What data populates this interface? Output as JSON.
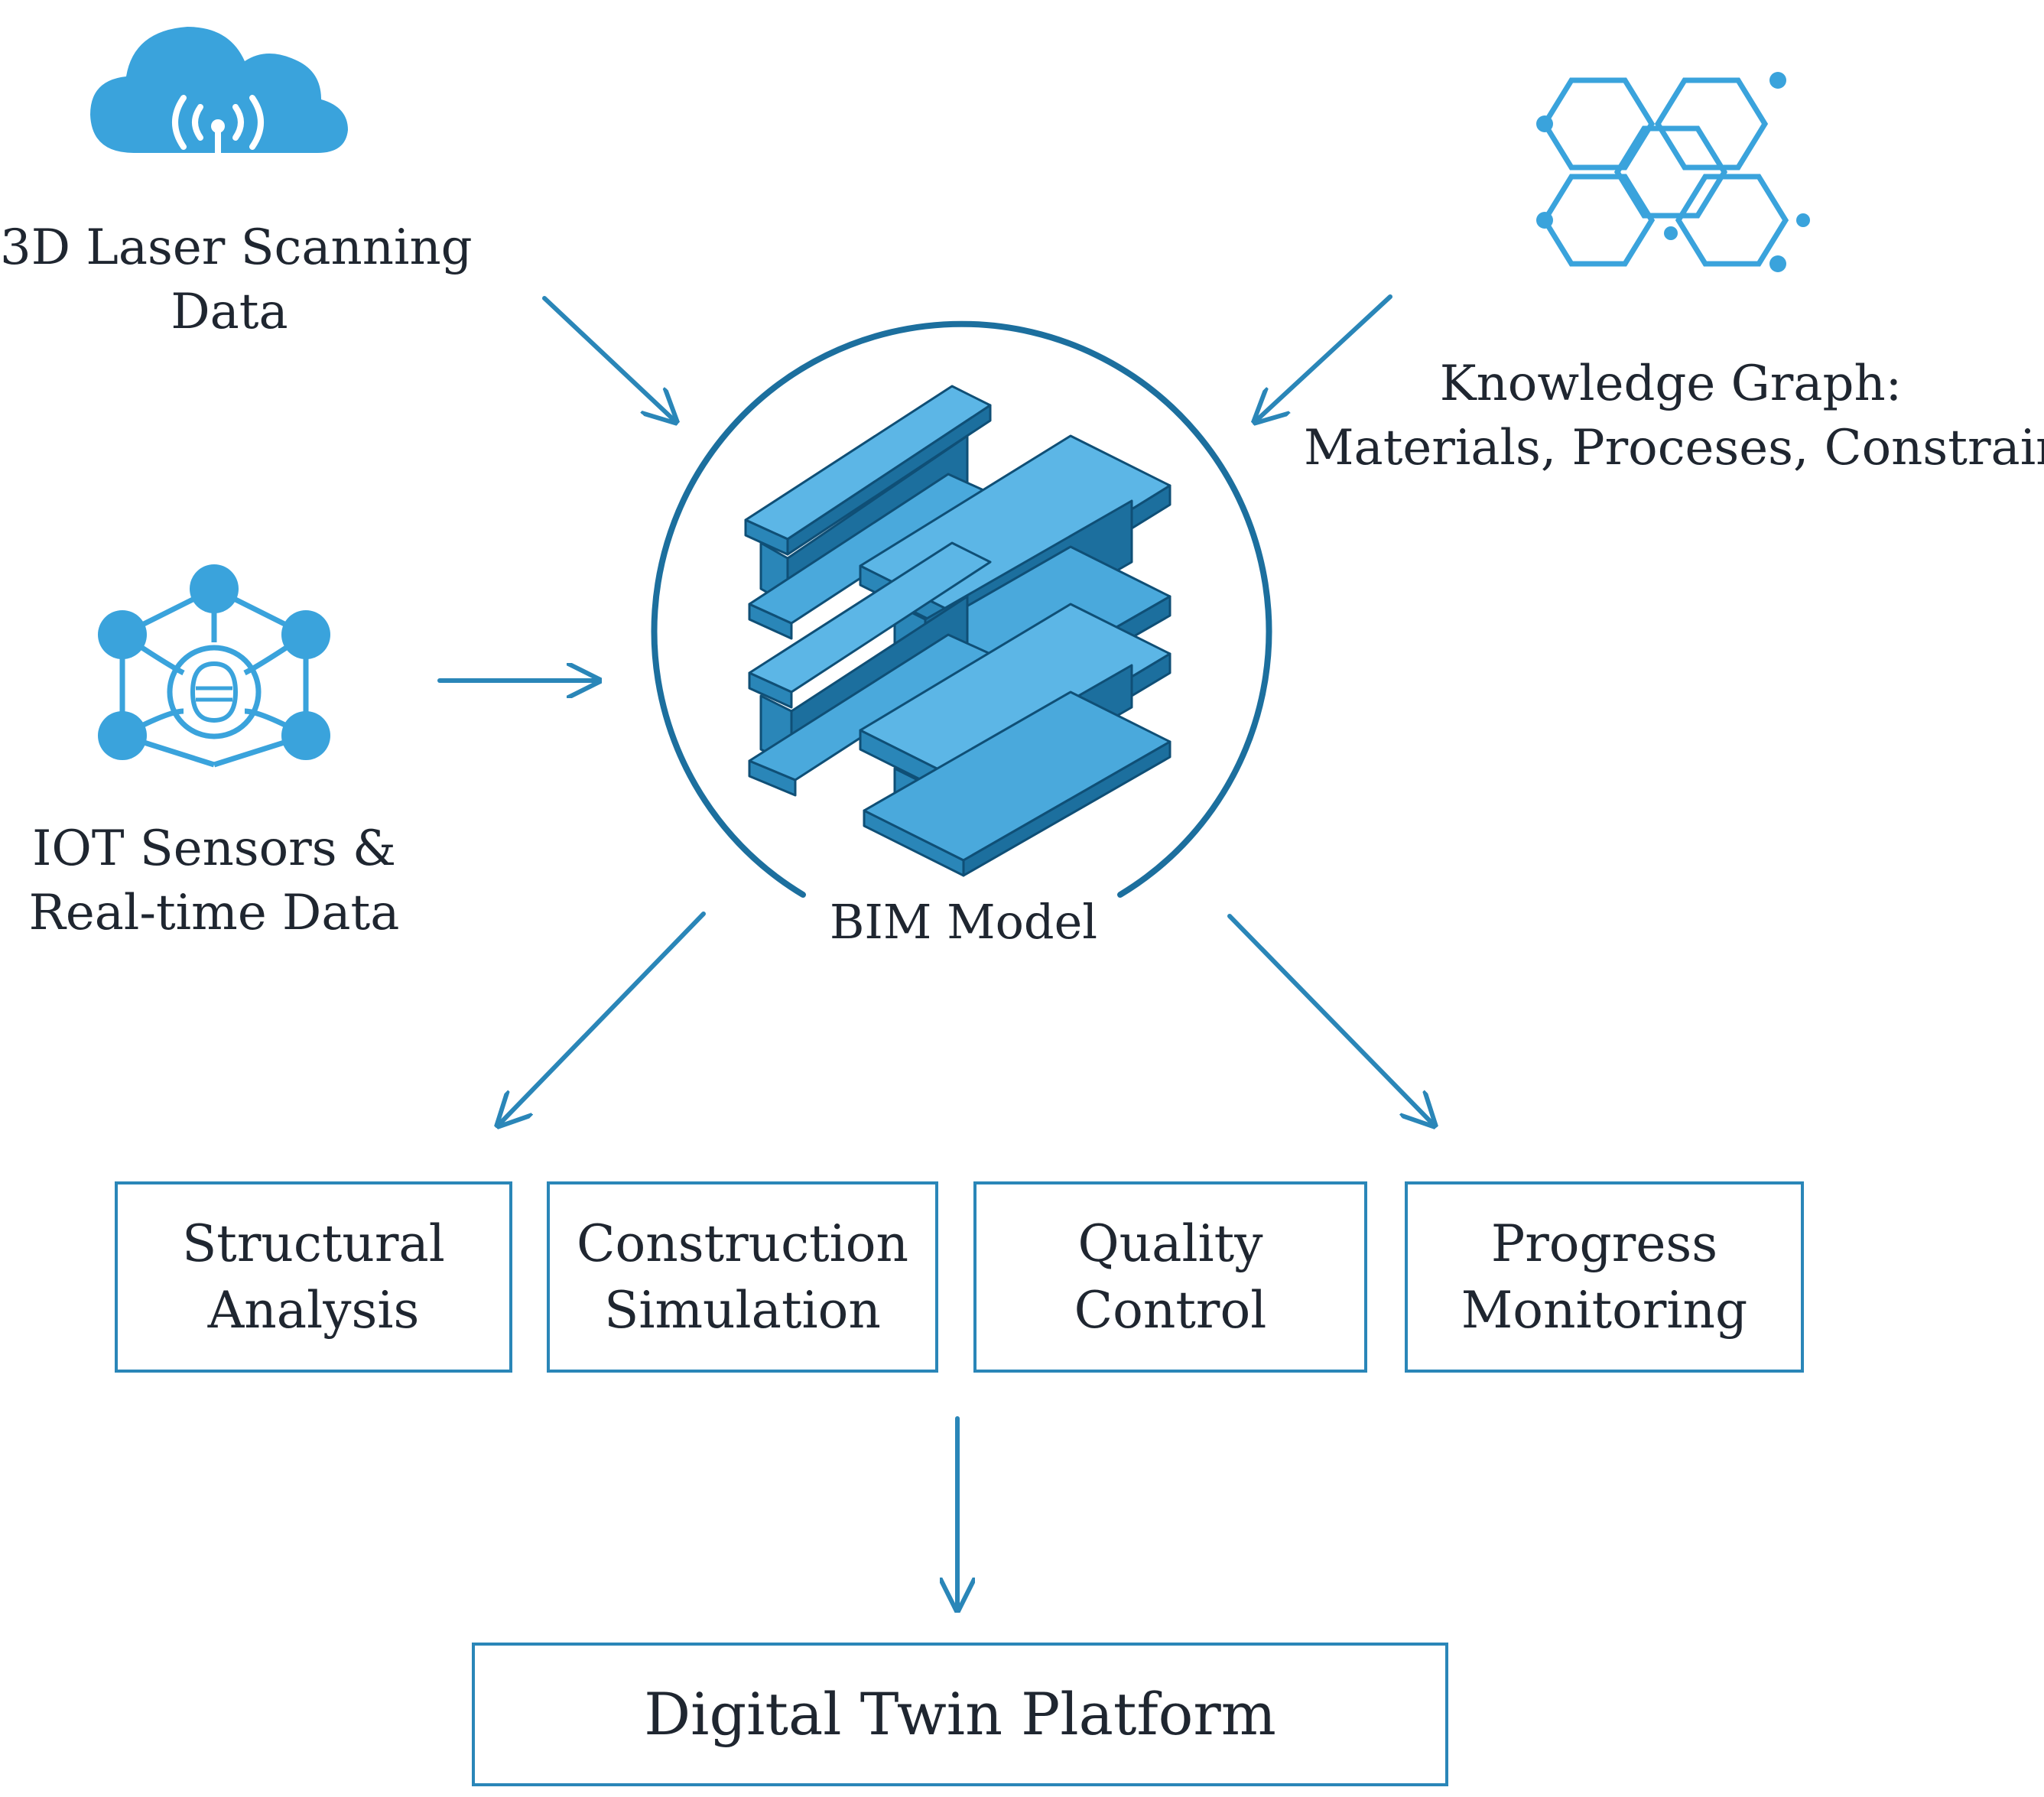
{
  "inputs": {
    "laser": {
      "label_line1": "3D Laser Scanning",
      "label_line2": "Data",
      "icon": "cloud-antenna-icon"
    },
    "knowledge": {
      "label_line1": "Knowledge Graph:",
      "label_line2": "Materials, Proceses, Constraints",
      "icon": "hexagon-network-icon"
    },
    "iot": {
      "label_line1": "IOT Sensors &",
      "label_line2": "Real-time Data",
      "icon": "sensor-network-icon"
    }
  },
  "center": {
    "label": "BIM Model",
    "icon": "steel-beams-icon"
  },
  "outputs": [
    {
      "label": "Structural\nAnalysis"
    },
    {
      "label": "Construction\nSimulation"
    },
    {
      "label": "Quality\nControl"
    },
    {
      "label": "Progress\nMonitoring"
    }
  ],
  "platform": {
    "label": "Digital Twin Platform"
  },
  "colors": {
    "accent": "#2a86b8",
    "icon_blue": "#3aa3dc",
    "dark_blue": "#1c6f9e",
    "text": "#1f2630"
  }
}
